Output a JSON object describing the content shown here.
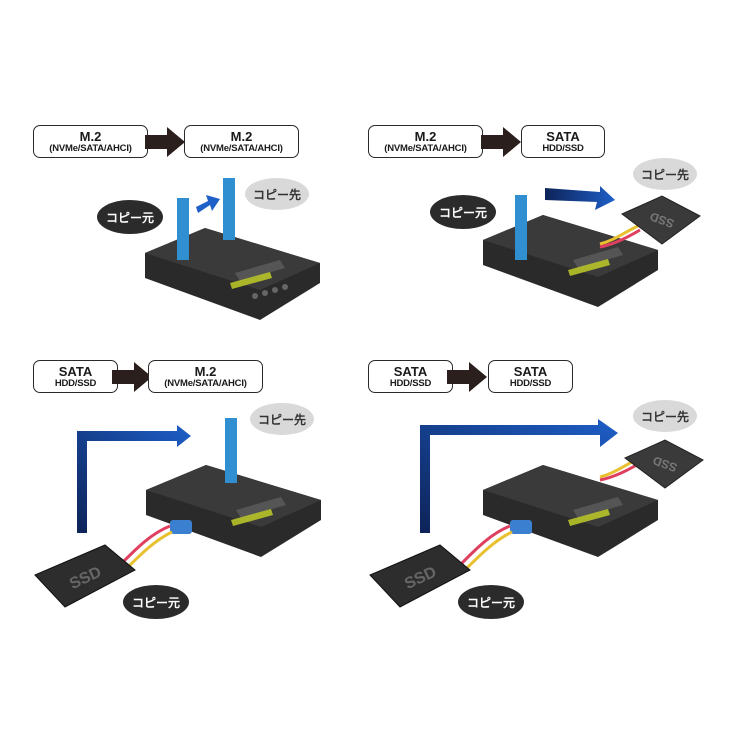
{
  "panels": [
    {
      "from": {
        "line1": "M.2",
        "line2": "(NVMe/SATA/AHCI)"
      },
      "to": {
        "line1": "M.2",
        "line2": "(NVMe/SATA/AHCI)"
      },
      "source_label": "コピー元",
      "dest_label": "コピー先"
    },
    {
      "from": {
        "line1": "M.2",
        "line2": "(NVMe/SATA/AHCI)"
      },
      "to": {
        "line1": "SATA",
        "line2": "HDD/SSD"
      },
      "source_label": "コピー元",
      "dest_label": "コピー先",
      "ssd_text": "SSD"
    },
    {
      "from": {
        "line1": "SATA",
        "line2": "HDD/SSD"
      },
      "to": {
        "line1": "M.2",
        "line2": "(NVMe/SATA/AHCI)"
      },
      "source_label": "コピー元",
      "dest_label": "コピー先",
      "ssd_text": "SSD"
    },
    {
      "from": {
        "line1": "SATA",
        "line2": "HDD/SSD"
      },
      "to": {
        "line1": "SATA",
        "line2": "HDD/SSD"
      },
      "source_label": "コピー元",
      "dest_label": "コピー先",
      "ssd_text": "SSD",
      "ssd_text_dest": "SSD"
    }
  ],
  "colors": {
    "arrow_dark": "#2a1f1c",
    "flow_blue": "#1e5fc8",
    "flow_navy": "#0d2358",
    "m2_blue": "#2f8fd0",
    "device": "#2a2a2a",
    "lcd": "#c8d628"
  }
}
